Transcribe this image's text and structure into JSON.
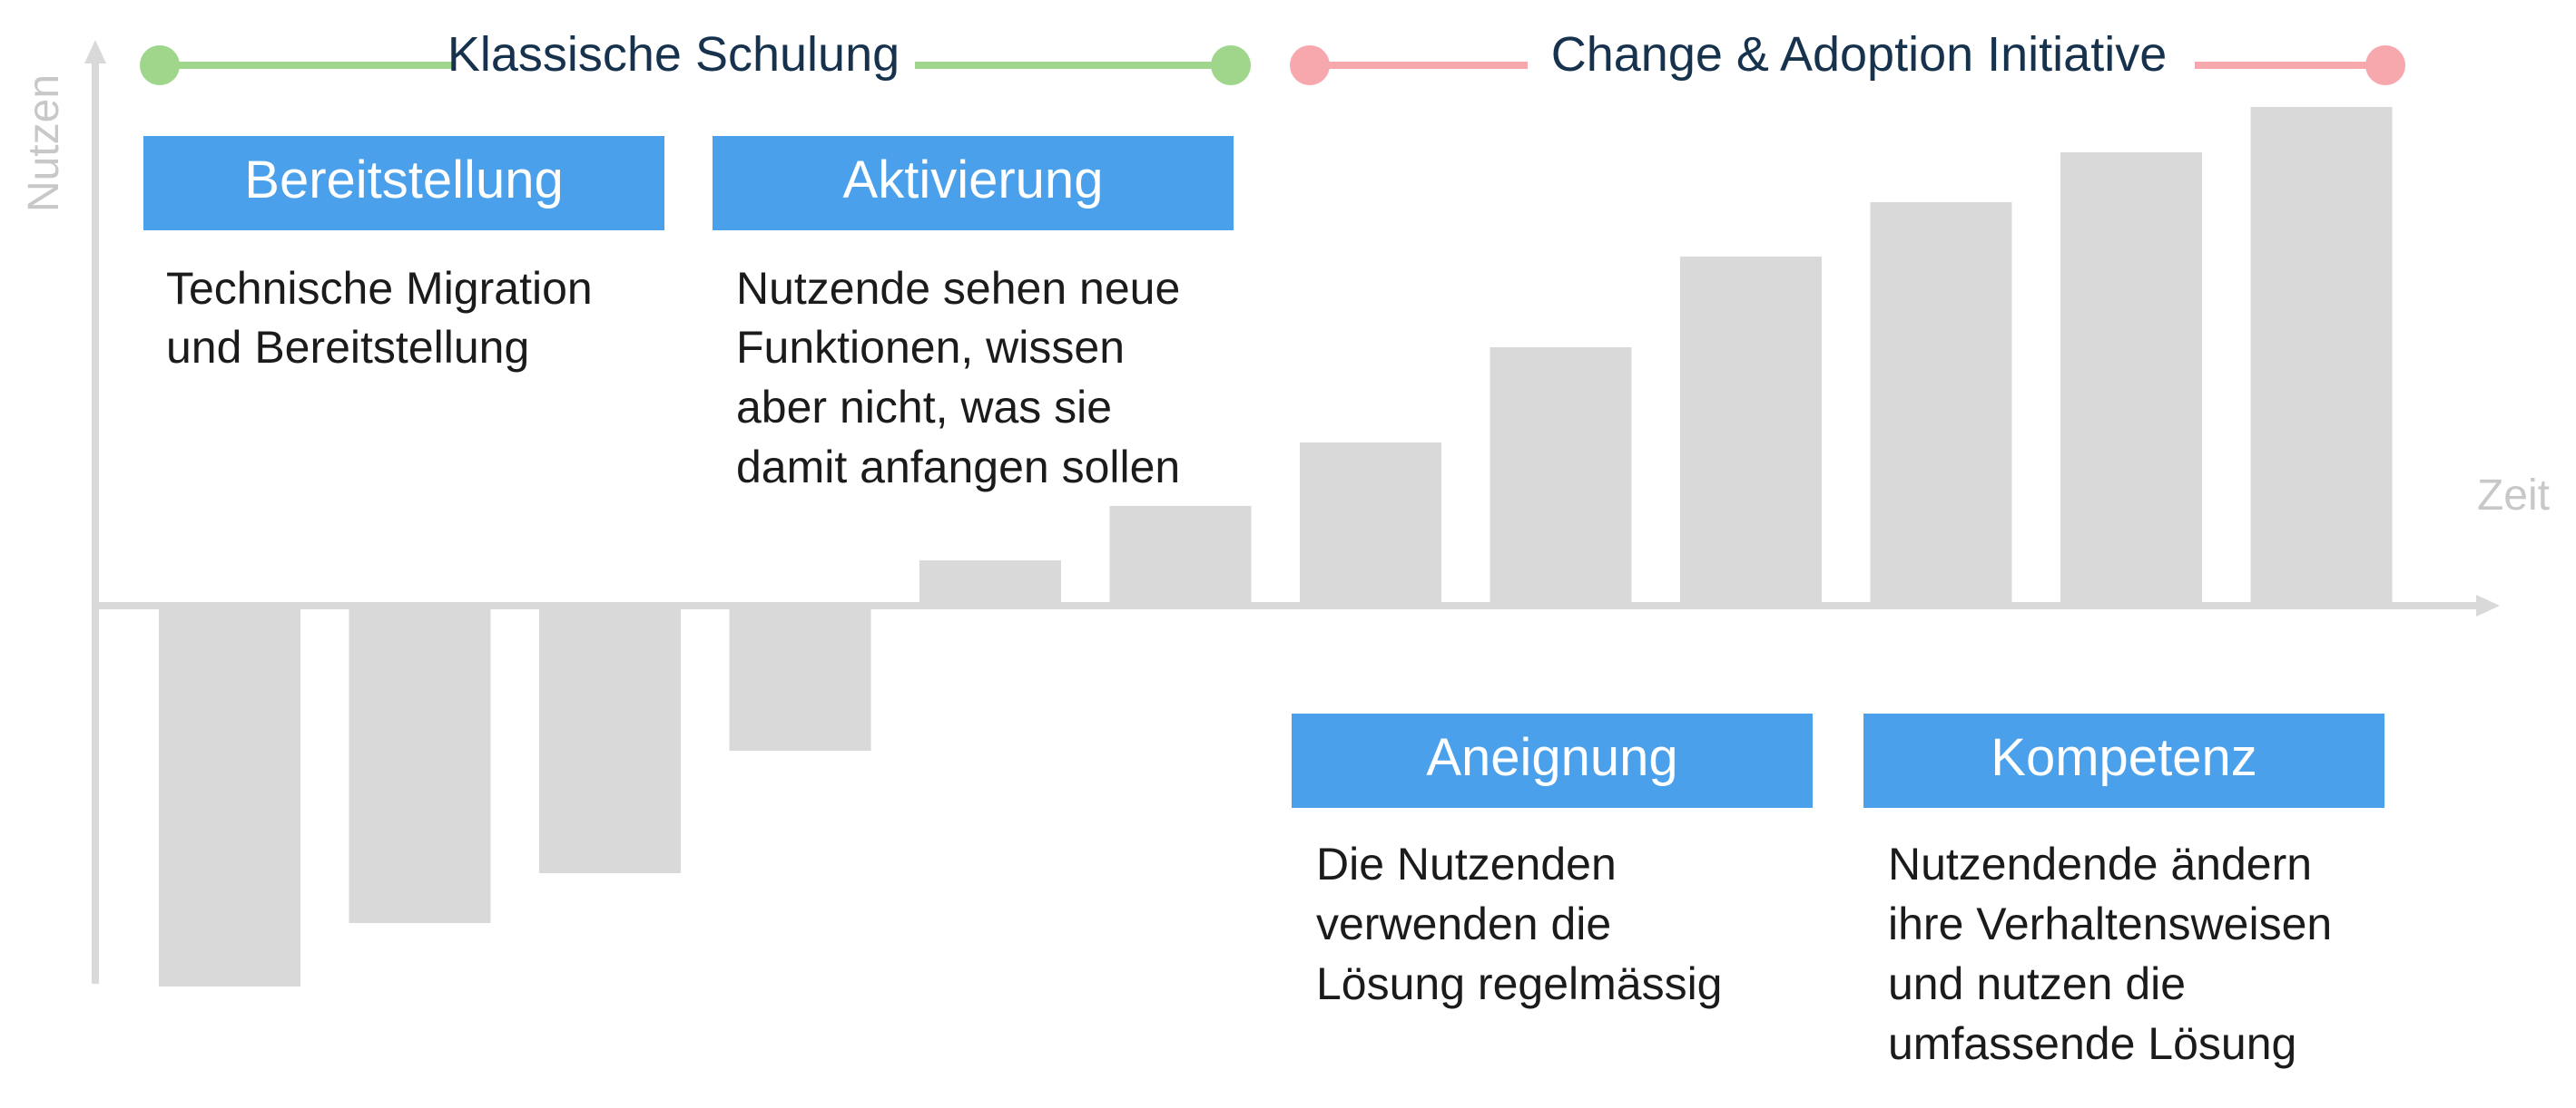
{
  "chart_data": {
    "type": "bar",
    "xlabel": "Zeit",
    "ylabel": "Nutzen",
    "ylim": [
      -4.2,
      5.4
    ],
    "grid": false,
    "values": [
      -4.2,
      -3.5,
      -2.95,
      -1.6,
      0.5,
      1.1,
      1.8,
      2.85,
      3.85,
      4.45,
      5.0,
      5.5
    ],
    "bar_color": "#d9d9d9",
    "axis_color": "#d9d9d9",
    "ranges": [
      {
        "label": "Klassische Schulung",
        "color": "#9fd68c"
      },
      {
        "label": "Change & Adoption Initiative",
        "color": "#f6a8ad"
      }
    ],
    "phases": [
      {
        "title": "Bereitstellung",
        "lines": [
          "Technische Migration",
          "und Bereitstellung"
        ]
      },
      {
        "title": "Aktivierung",
        "lines": [
          "Nutzende sehen neue",
          "Funktionen, wissen",
          "aber nicht, was sie",
          "damit anfangen sollen"
        ]
      },
      {
        "title": "Aneignung",
        "lines": [
          "Die Nutzenden",
          "verwenden die",
          "Lösung regelmässig"
        ]
      },
      {
        "title": "Kompetenz",
        "lines": [
          "Nutzendende ändern",
          "ihre Verhaltensweisen",
          "und nutzen die",
          "umfassende Lösung"
        ]
      }
    ],
    "phase_color": "#4aa0ea"
  }
}
